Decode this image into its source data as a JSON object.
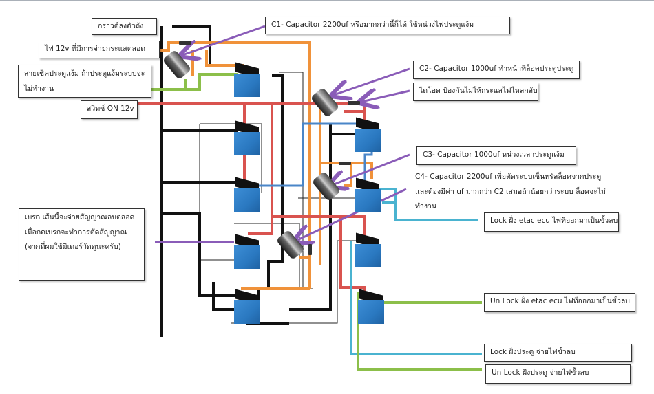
{
  "diagram": {
    "title": "Relay door-lock wiring diagram",
    "colors": {
      "black_wire": "#111111",
      "orange_wire": "#f0923a",
      "red_wire": "#d9534f",
      "blue_wire": "#4a86c8",
      "cyan_wire": "#4ab3d0",
      "green_wire": "#8cbf4a",
      "purple_arrow": "#8a5cb8",
      "relay_body": "#2a78c0"
    },
    "labels": {
      "ground": "กราวด์ลงตัวถัง",
      "constant_12v": "ไฟ 12v ที่มีการจ่ายกระแสตลอด",
      "door_switch": "สายเช็คประตูแง้ม ถ้าประตูแง้มระบบจะไม่ทำงาน",
      "ign_switch": "สวิทซ์ ON 12v",
      "brake": "เบรก เส้นนี้จะจ่ายสัญญาณลบตลอดเมื่อกดเบรกจะทำการตัดสัญญาณ (จากที่ผมใช้มิเตอร์วัดดูนะครับ)",
      "c1": "C1- Capacitor 2200uf หรือมากกว่านี้ก็ได้ ใช้หน่วงไฟประตูแง้ม",
      "c2": "C2- Capacitor 1000uf ทำหน้าที่ล็อคประตูประตู",
      "diode": "ไดโอด ป้องกันไม่ให้กระแสไฟไหลกลับ",
      "c3": "C3- Capacitor 1000uf หน่วงเวลาประตูแง้ม",
      "c4": "C4- Capacitor 2200uf เพื่อตัดระบบเซ็นทรัลล็อคจากประตู และต้องมีค่า uf มากกว่า C2 เสมอถ้าน้อยกว่าระบบ ล็อคจะไม่ทำงาน",
      "lock_etac": "Lock ฝั่ง etac ecu ไฟที่ออกมาเป็นขั้วลบ",
      "unlock_etac": "Un Lock ฝั่ง etac ecu ไฟที่ออกมาเป็นขั้วลบ",
      "lock_door": "Lock ฝั่งประตู จ่ายไฟขั้วลบ",
      "unlock_door": "Un Lock ฝั่งประตู จ่ายไฟขั้วลบ"
    },
    "components": {
      "relays": [
        "relay-1",
        "relay-2",
        "relay-3",
        "relay-4",
        "relay-5",
        "relay-6",
        "relay-7",
        "relay-8",
        "relay-9"
      ],
      "capacitors": [
        "C1",
        "C2",
        "C3",
        "C4"
      ],
      "diodes": [
        "D1",
        "D2",
        "D3",
        "D4"
      ]
    }
  }
}
